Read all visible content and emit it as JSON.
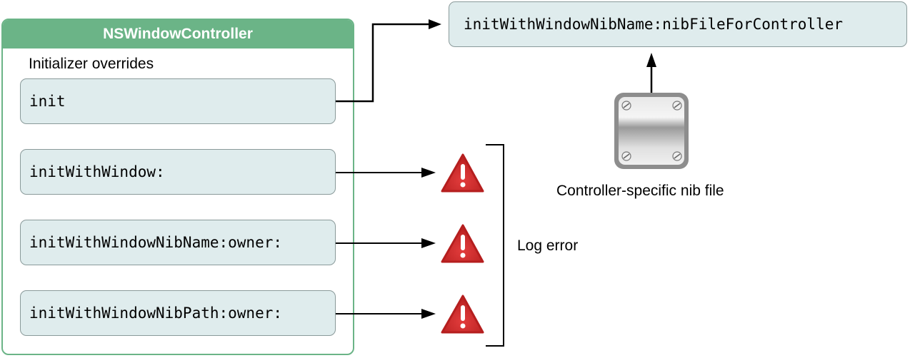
{
  "controller": {
    "title": "NSWindowController",
    "section_label": "Initializer overrides",
    "methods": [
      "init",
      "initWithWindow:",
      "initWithWindowNibName:owner:",
      "initWithWindowNibPath:owner:"
    ]
  },
  "target_method": "initWithWindowNibName:nibFileForController",
  "nib_caption": "Controller-specific nib file",
  "error_caption": "Log error",
  "icons": {
    "warning": "warning-triangle-icon",
    "nib": "nib-file-icon"
  },
  "colors": {
    "header": "#6bb487",
    "method_fill": "#dfeced",
    "warning": "#d32f2f"
  }
}
